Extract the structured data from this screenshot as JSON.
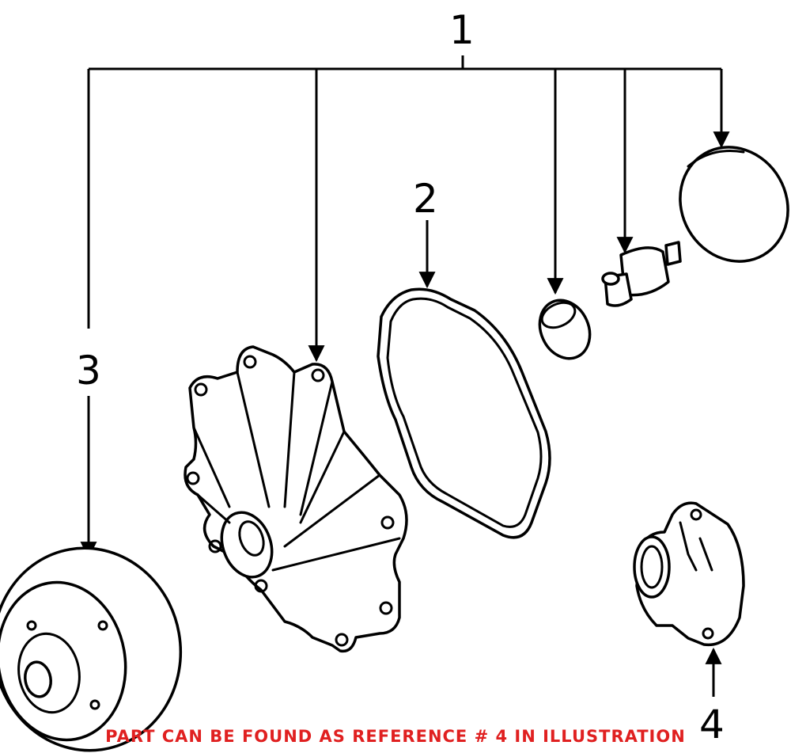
{
  "callouts": {
    "c1": "1",
    "c2": "2",
    "c3": "3",
    "c4": "4"
  },
  "notice": {
    "text": "PART CAN BE FOUND AS REFERENCE # 4 IN ILLUSTRATION",
    "color": "#e02020"
  }
}
